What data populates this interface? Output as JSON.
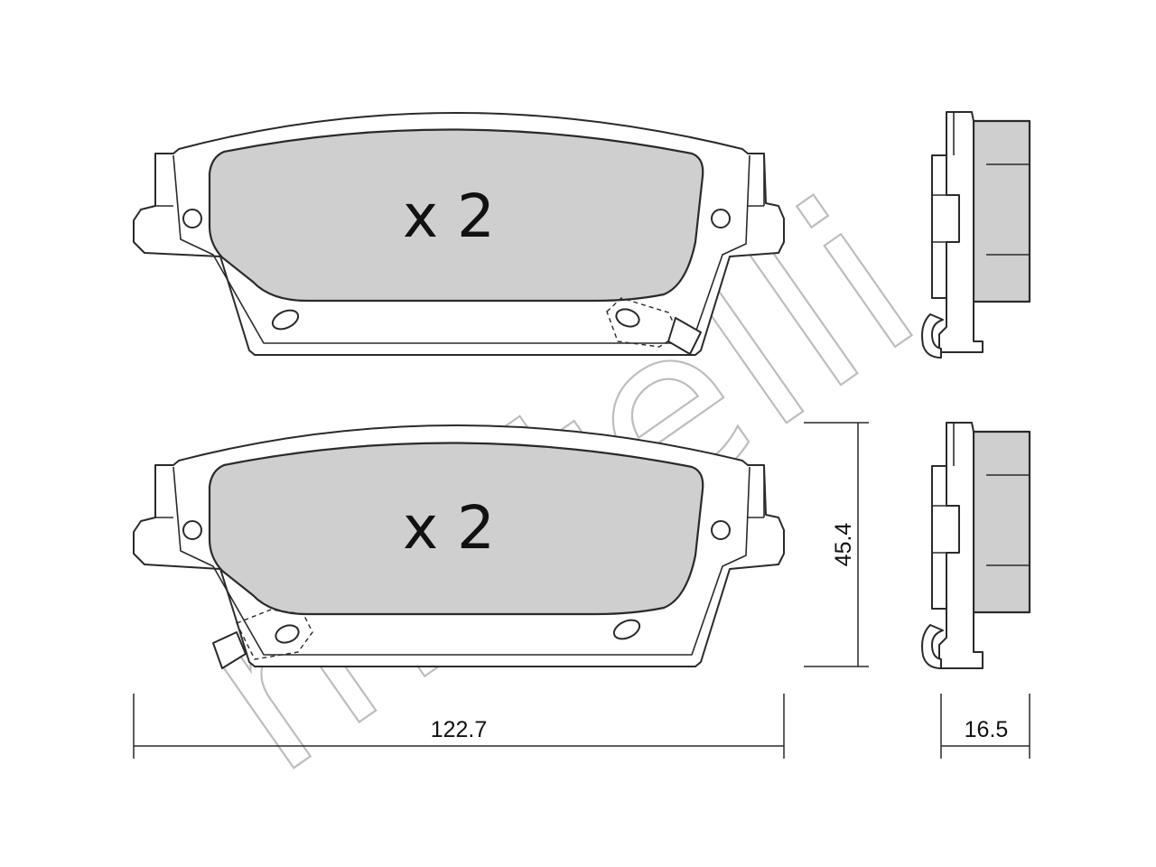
{
  "watermark": {
    "text": "metelli",
    "color": "#bdbdbd"
  },
  "pads": {
    "top_quantity": "x 2",
    "bottom_quantity": "x 2",
    "lining_color": "#cfcfcf",
    "outline_color": "#2a2a2a"
  },
  "dimensions": {
    "width": "122.7",
    "height": "45.4",
    "thickness": "16.5"
  }
}
